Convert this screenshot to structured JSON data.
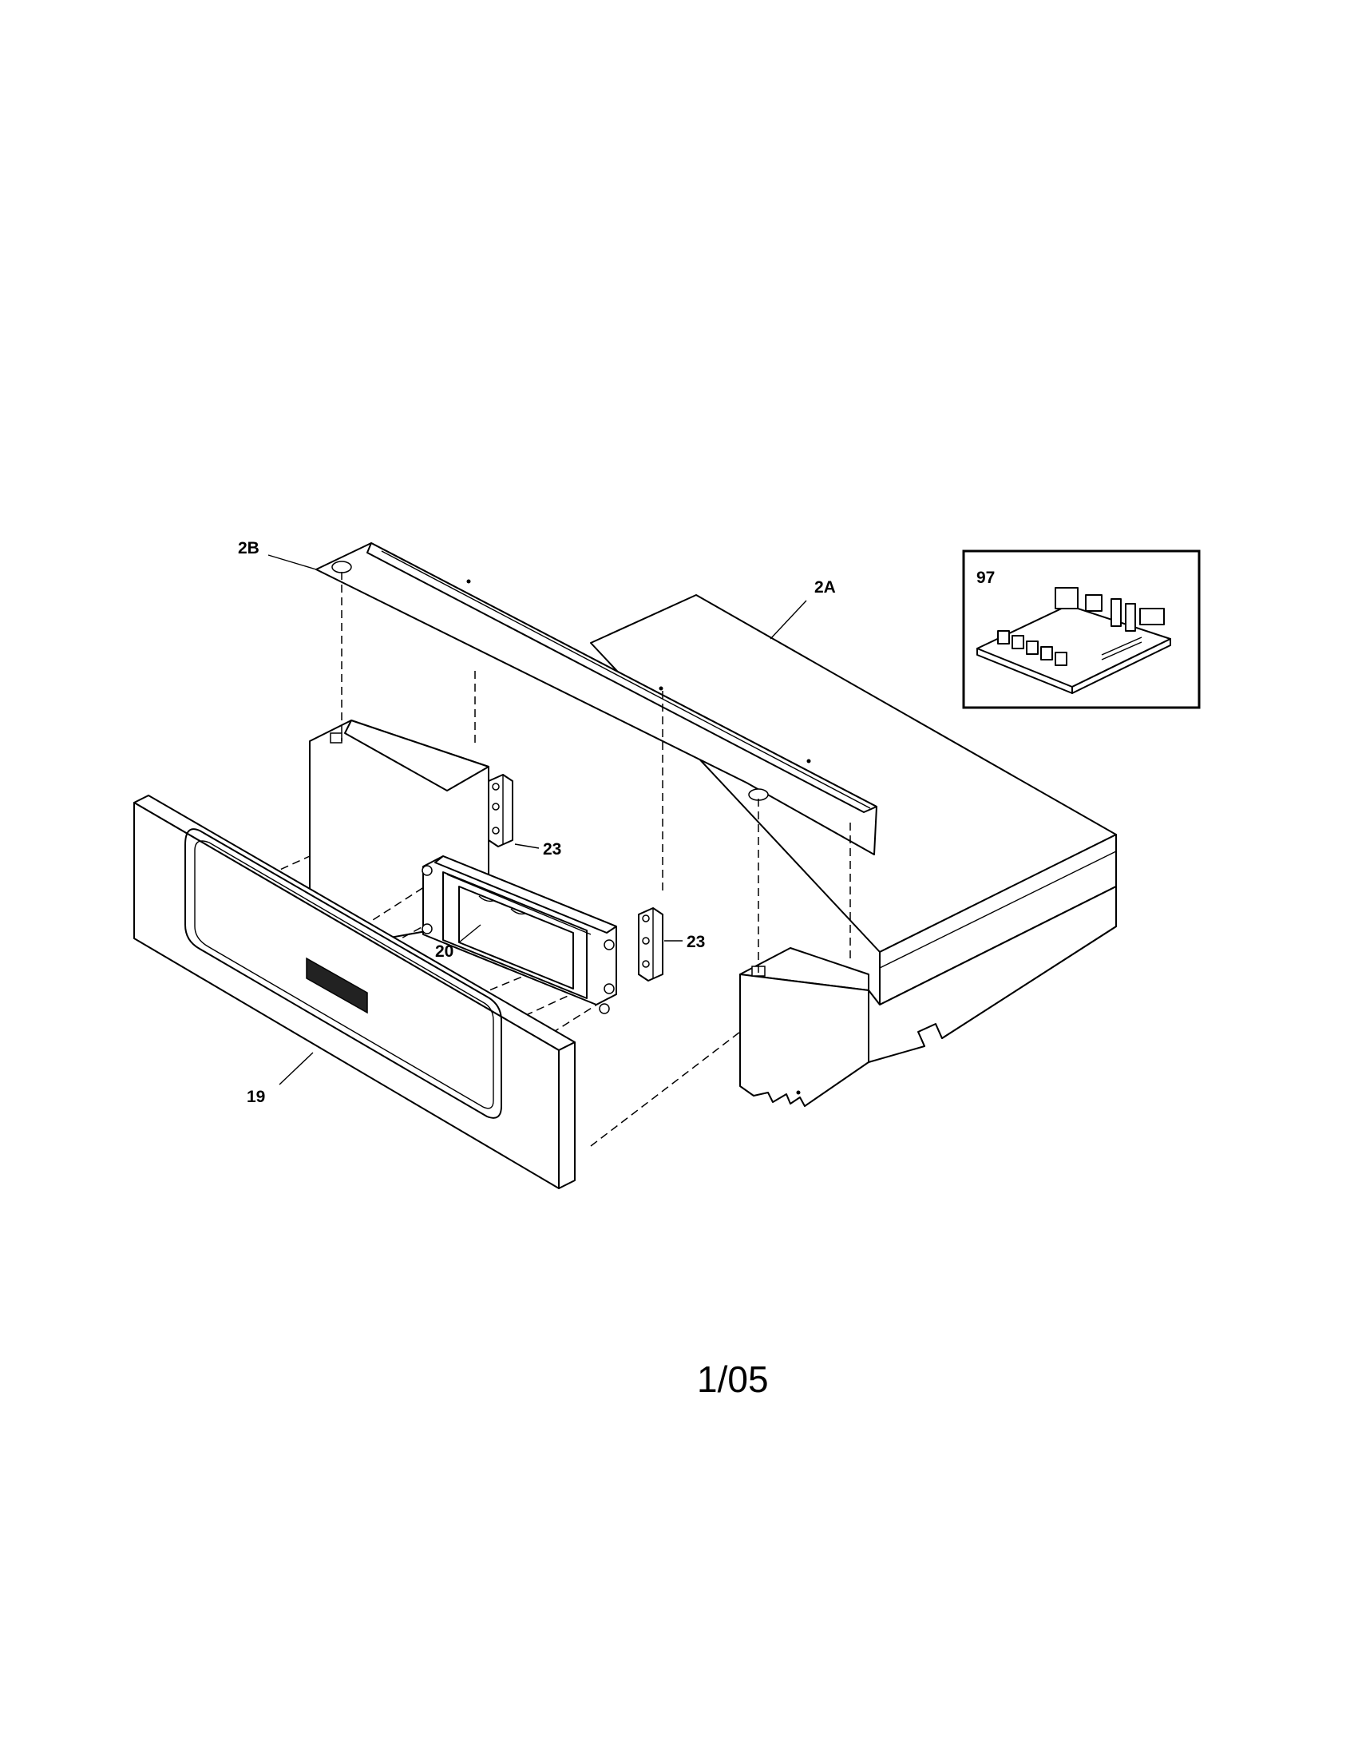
{
  "diagram": {
    "callouts": {
      "part_2b": "2B",
      "part_2a": "2A",
      "part_97": "97",
      "part_23_upper": "23",
      "part_23_lower": "23",
      "part_20": "20",
      "part_19": "19"
    },
    "footer_code": "1/05"
  }
}
